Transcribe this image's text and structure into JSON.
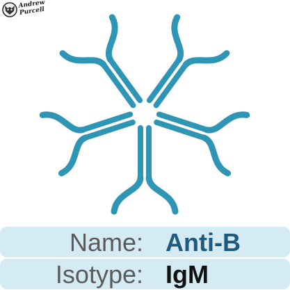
{
  "logo": {
    "text_line1": "Andrew",
    "text_line2": "Purcell"
  },
  "diagram": {
    "antibody_color": "#2f95b5",
    "arm_count": 5
  },
  "labels": {
    "name_label": "Name:",
    "name_value": "Anti-B",
    "name_value_color": "#1d5a7e",
    "isotype_label": "Isotype:",
    "isotype_value": "IgM",
    "isotype_value_color": "#111111"
  },
  "colors": {
    "info_row_bg": "#d5ebf4",
    "label_text": "#5a5a5a"
  }
}
